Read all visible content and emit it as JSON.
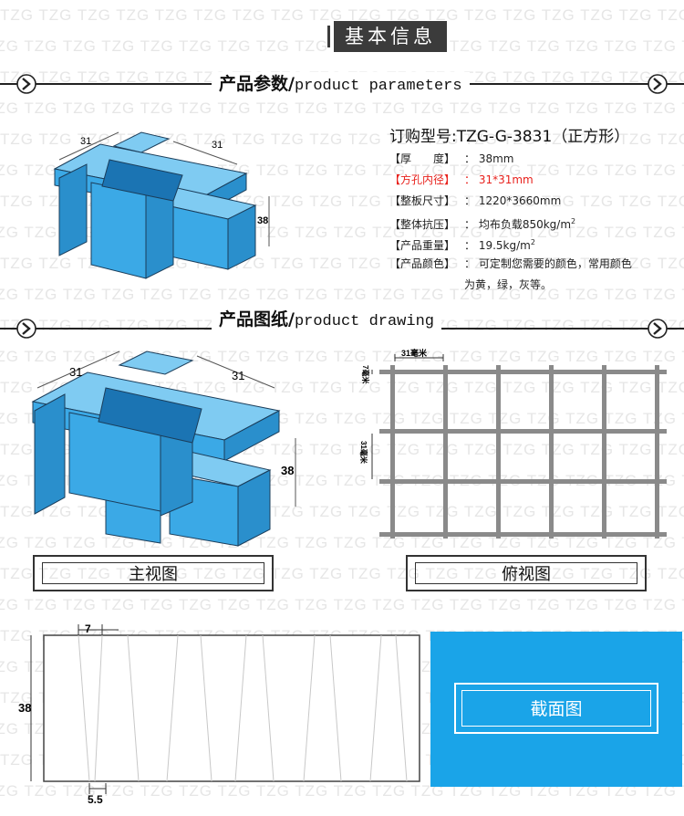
{
  "watermark": "TZG",
  "header": {
    "title": "基本信息"
  },
  "sections": {
    "parameters": {
      "cn": "产品参数/",
      "en": "product parameters"
    },
    "drawing": {
      "cn": "产品图纸/",
      "en": "product drawing"
    }
  },
  "params": {
    "heading": "订购型号:TZG-G-3831（正方形）",
    "rows": [
      {
        "label": "【厚　　度】",
        "value": "：  38mm"
      },
      {
        "label": "【方孔内径】",
        "value": "：  31*31mm"
      },
      {
        "label": "【整板尺寸】",
        "value": "：  1220*3660mm"
      },
      {
        "label": "【整体抗压】",
        "value": "：  均布负载850kg/m",
        "sup": "2"
      },
      {
        "label": "【产品重量】",
        "value": "：  19.5kg/m",
        "sup": "2"
      },
      {
        "label": "【产品颜色】",
        "value": "：  可定制您需要的颜色，常用颜色"
      },
      {
        "label": "",
        "value": "为黄，绿，灰等。"
      }
    ]
  },
  "dims": {
    "w1": "31",
    "w2": "31",
    "h": "38"
  },
  "topview": {
    "top_label": "31毫米",
    "left_small": "7毫米",
    "left_big": "31毫米"
  },
  "captions": {
    "front": "主视图",
    "top": "俯视图",
    "section": "截面图"
  },
  "sectionview": {
    "top": "7",
    "height": "38",
    "bottom": "5.5"
  },
  "colors": {
    "grating_blue": "#3ba9e6",
    "section_blue": "#1aa4e8",
    "grid_gray": "#8a8a8a"
  }
}
